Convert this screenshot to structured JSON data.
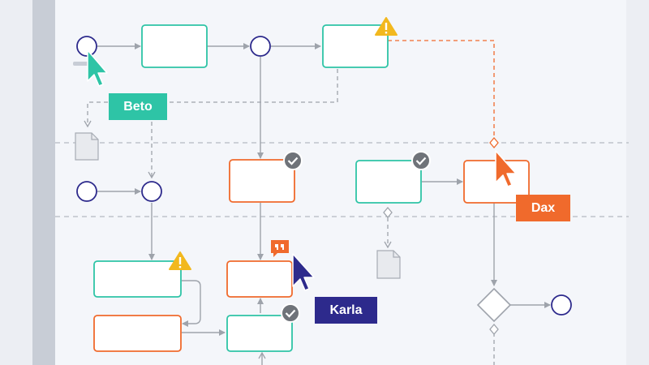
{
  "colors": {
    "background": "#f4f6fa",
    "outer_background": "#eceef3",
    "left_rail": "#c8cdd6",
    "teal": "#2ec4a6",
    "orange": "#f06a2c",
    "navy": "#2d2a8c",
    "connector": "#9ea3ab",
    "lane_divider": "#b5bac2",
    "warning": "#f2b81e",
    "check_badge": "#6f7379",
    "note_icon": "#d5d8dc"
  },
  "diagram": {
    "collaborators": [
      {
        "name": "Beto",
        "color": "#2ec4a6",
        "cursor_icon": "pointer-arrow-icon"
      },
      {
        "name": "Dax",
        "color": "#f06a2c",
        "cursor_icon": "pointer-arrow-icon"
      },
      {
        "name": "Karla",
        "color": "#2d2a8c",
        "cursor_icon": "pointer-arrow-icon"
      }
    ],
    "badges": {
      "warning": "warning-triangle-icon",
      "check": "checkmark-badge-icon",
      "comment": "comment-quote-icon",
      "document": "document-icon"
    }
  }
}
